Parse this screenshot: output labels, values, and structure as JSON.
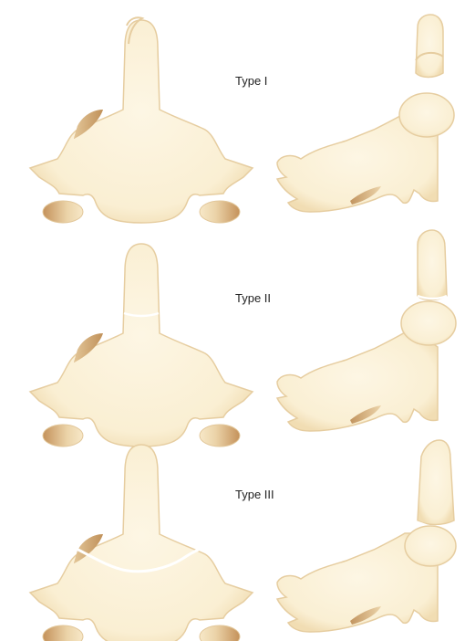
{
  "figure": {
    "rows": [
      {
        "id": "type-1",
        "label": "Type I"
      },
      {
        "id": "type-2",
        "label": "Type II"
      },
      {
        "id": "type-3",
        "label": "Type III"
      }
    ]
  },
  "colors": {
    "bone_fill": "#FBF1D8",
    "bone_edge": "#E6CDA0",
    "facet": "#C99A60",
    "fracture_line": "#FFFFFF"
  }
}
